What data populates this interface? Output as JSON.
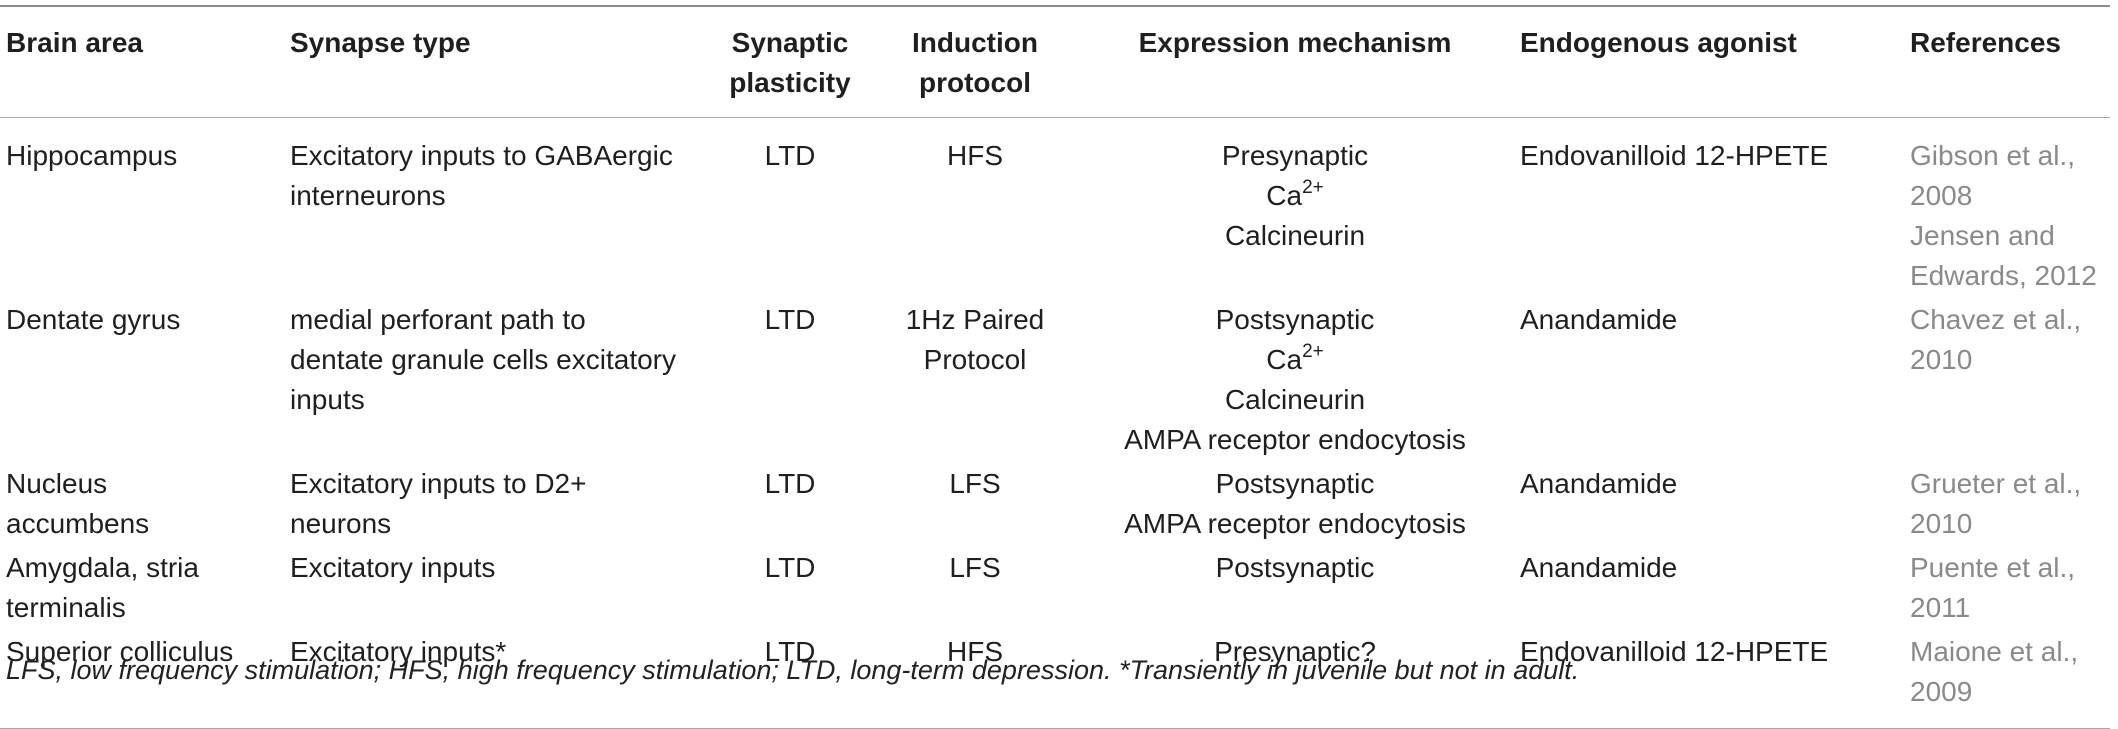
{
  "headers": {
    "brain_area": "Brain area",
    "synapse_type": "Synapse type",
    "plasticity": [
      "Synaptic",
      "plasticity"
    ],
    "induction": [
      "Induction",
      "protocol"
    ],
    "expression": "Expression mechanism",
    "agonist": "Endogenous agonist",
    "references": "References"
  },
  "rows": [
    {
      "brain_area": [
        "Hippocampus"
      ],
      "synapse_type": [
        "Excitatory inputs to GABAergic",
        "interneurons"
      ],
      "plasticity": "LTD",
      "induction": [
        "HFS"
      ],
      "expression": [
        "Presynaptic",
        "Ca",
        "Calcineurin"
      ],
      "ca_sup": "2+",
      "agonist": "Endovanilloid 12-HPETE",
      "references": [
        "Gibson et al., 2008",
        "Jensen and",
        "Edwards, 2012"
      ]
    },
    {
      "brain_area": [
        "Dentate gyrus"
      ],
      "synapse_type": [
        "medial perforant path to",
        "dentate granule cells excitatory",
        "inputs"
      ],
      "plasticity": "LTD",
      "induction": [
        "1Hz Paired",
        "Protocol"
      ],
      "expression": [
        "Postsynaptic",
        "Ca",
        "Calcineurin",
        "AMPA receptor endocytosis"
      ],
      "ca_sup": "2+",
      "agonist": "Anandamide",
      "references": [
        "Chavez et al., 2010"
      ]
    },
    {
      "brain_area": [
        "Nucleus",
        "accumbens"
      ],
      "synapse_type": [
        "Excitatory inputs to D2+",
        "neurons"
      ],
      "plasticity": "LTD",
      "induction": [
        "LFS"
      ],
      "expression": [
        "Postsynaptic",
        "AMPA receptor endocytosis"
      ],
      "agonist": "Anandamide",
      "references": [
        "Grueter et al., 2010"
      ]
    },
    {
      "brain_area": [
        "Amygdala, stria",
        "terminalis"
      ],
      "synapse_type": [
        "Excitatory inputs"
      ],
      "plasticity": "LTD",
      "induction": [
        "LFS"
      ],
      "expression": [
        "Postsynaptic"
      ],
      "agonist": "Anandamide",
      "references": [
        "Puente et al., 2011"
      ]
    },
    {
      "brain_area": [
        "Superior colliculus"
      ],
      "synapse_type": [
        "Excitatory inputs*"
      ],
      "plasticity": "LTD",
      "induction": [
        "HFS"
      ],
      "expression": [
        "Presynaptic?"
      ],
      "agonist": "Endovanilloid 12-HPETE",
      "references": [
        "Maione et al., 2009"
      ]
    }
  ],
  "footnote": "LFS, low frequency stimulation; HFS, high frequency stimulation; LTD, long-term depression. *Transiently in juvenile but not in adult."
}
